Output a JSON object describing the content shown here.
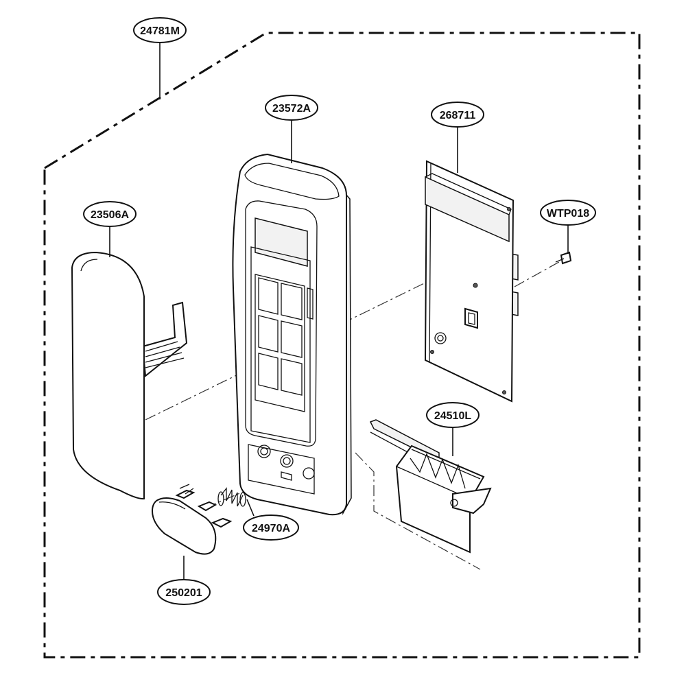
{
  "diagram": {
    "parts": [
      {
        "id": "assembly",
        "label": "24781M"
      },
      {
        "id": "control-panel-frame",
        "label": "23572A"
      },
      {
        "id": "circuit-board",
        "label": "268711"
      },
      {
        "id": "membrane-keypad",
        "label": "23506A"
      },
      {
        "id": "screw",
        "label": "WTP018"
      },
      {
        "id": "door-latch-lever",
        "label": "24510L"
      },
      {
        "id": "spring",
        "label": "24970A"
      },
      {
        "id": "door-button",
        "label": "250201"
      }
    ]
  }
}
